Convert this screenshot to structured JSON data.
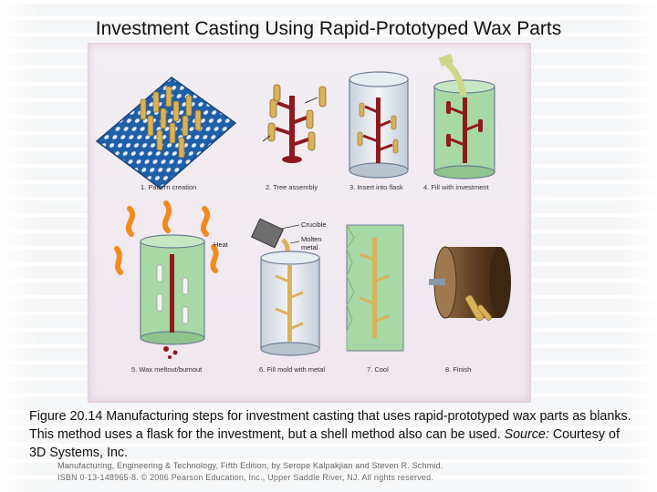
{
  "title": "Investment Casting Using Rapid-Prototyped Wax Parts",
  "figure": {
    "steps": [
      "1. Pattern creation",
      "2. Tree assembly",
      "3. Insert into flask",
      "4. Fill with investment",
      "5. Wax meltout/burnout",
      "6. Fill mold with metal",
      "7. Cool",
      "8. Finish"
    ],
    "labels": {
      "heat": "Heat",
      "crucible": "Crucible",
      "molten_metal_line1": "Molten",
      "molten_metal_line2": "metal"
    },
    "colors": {
      "platform": "#1f5fa8",
      "wax": "#d9b25a",
      "sprue": "#8e1a1e",
      "flask": "#6e7e92",
      "investment": "#a7d8a6",
      "heat": "#f08a1c",
      "drum": "#6b4a2a"
    }
  },
  "caption": {
    "text": "Figure 20.14  Manufacturing steps for investment casting that uses rapid-prototyped wax parts as blanks.  This method uses a flask for the investment, but a shell method also can be used.",
    "source_label": "Source:",
    "source_text": "Courtesy of 3D Systems, Inc."
  },
  "footer": {
    "line1": "Manufacturing, Engineering & Technology, Fifth Edition, by Serope Kalpakjian and Steven R. Schmid.",
    "line2": "ISBN 0-13-148965-8. © 2006 Pearson Education, Inc., Upper Saddle River, NJ.  All rights reserved."
  }
}
